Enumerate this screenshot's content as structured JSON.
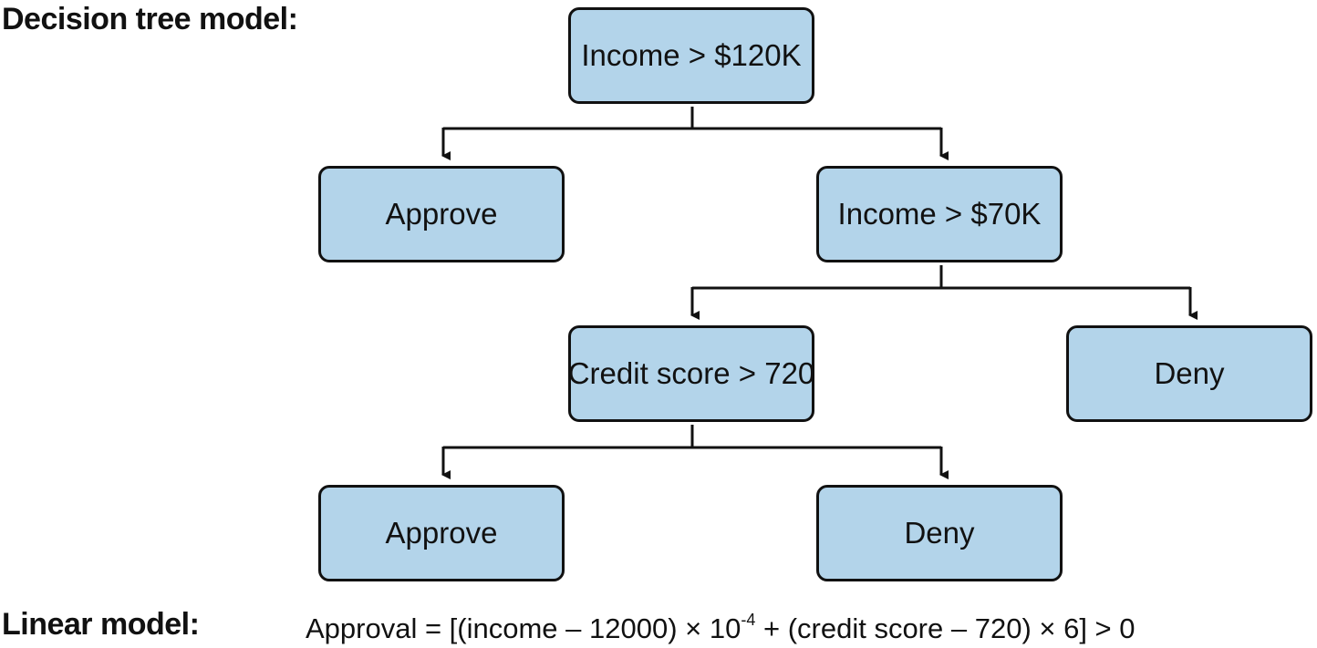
{
  "headings": {
    "tree": "Decision tree model:",
    "linear": "Linear model:"
  },
  "tree": {
    "root": "Income > $120K",
    "root_yes": "Approve",
    "root_no": "Income > $70K",
    "mid_yes": "Credit score > 720",
    "mid_no": "Deny",
    "leaf_yes": "Approve",
    "leaf_no": "Deny"
  },
  "linear_model": {
    "prefix": "Approval = [(income – 12000) × 10",
    "exponent": "-4",
    "suffix": " + (credit score – 720) × 6] > 0"
  },
  "colors": {
    "node_fill": "#b3d4ea",
    "stroke": "#111111"
  }
}
